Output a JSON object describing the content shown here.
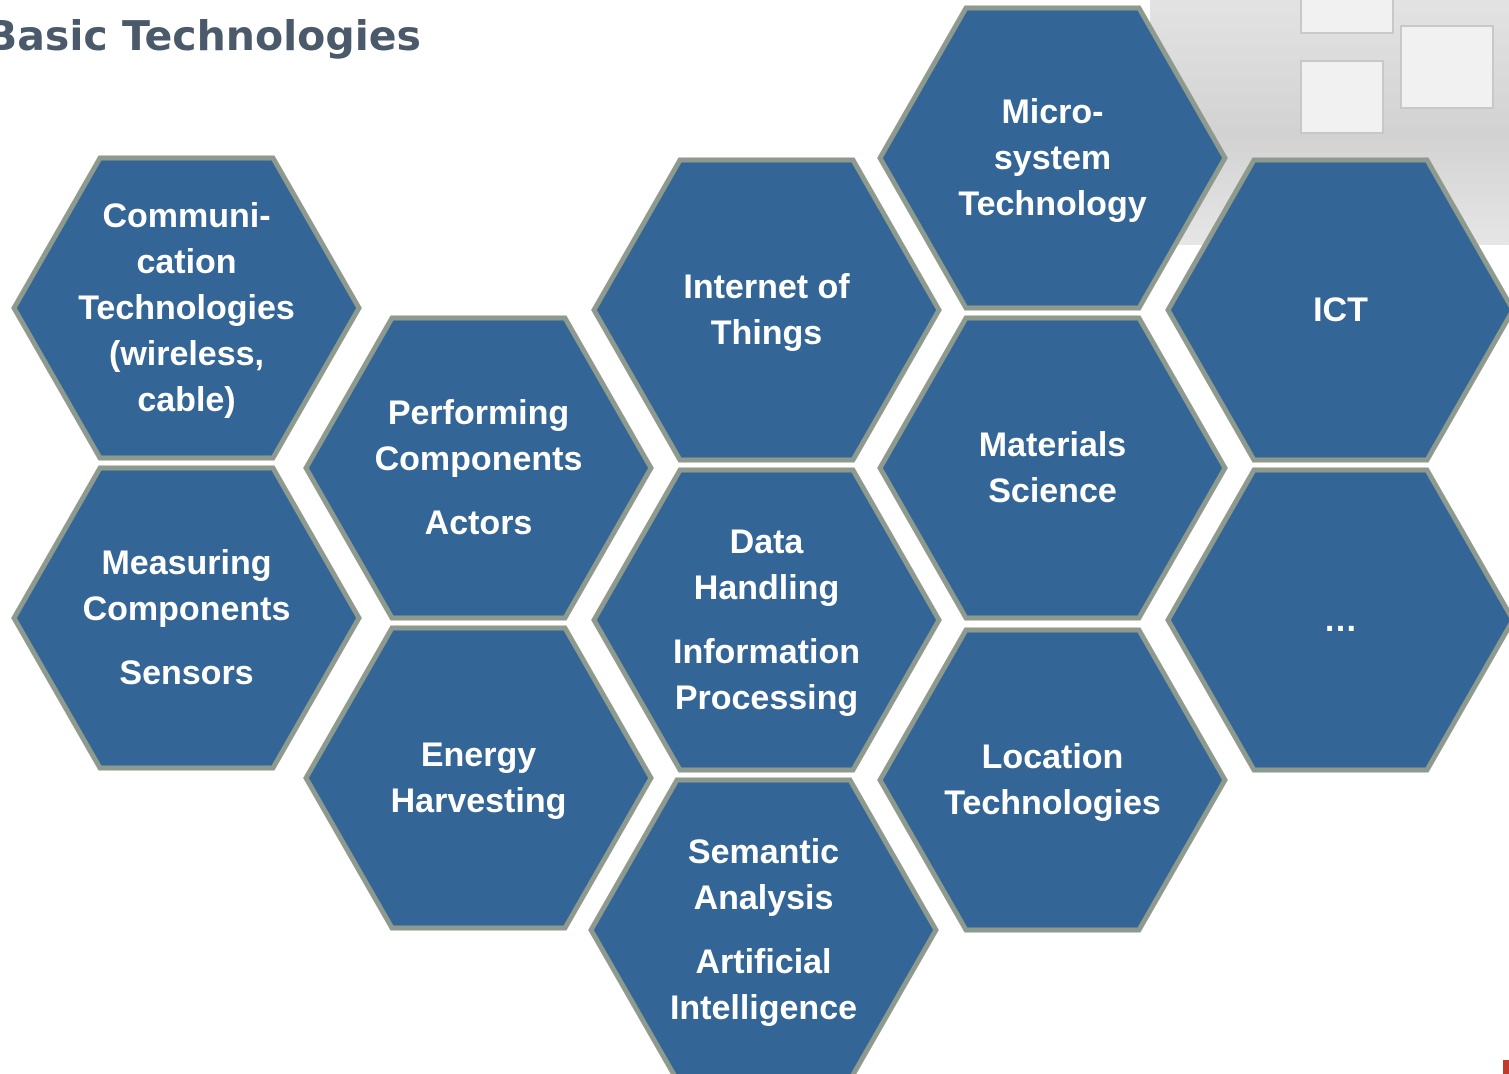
{
  "title": "Basic Technologies",
  "colors": {
    "hex_fill": "#346597",
    "hex_stroke": "#8e9a8d",
    "text": "#ffffff",
    "title": "#4a5a6b"
  },
  "hexagons": [
    {
      "id": "communication",
      "groups": [
        [
          "Communi-",
          "cation",
          "Technologies",
          "(wireless,",
          "cable)"
        ]
      ]
    },
    {
      "id": "measuring",
      "groups": [
        [
          "Measuring",
          "Components"
        ],
        [
          "Sensors"
        ]
      ]
    },
    {
      "id": "performing",
      "groups": [
        [
          "Performing",
          "Components"
        ],
        [
          "Actors"
        ]
      ]
    },
    {
      "id": "energy",
      "groups": [
        [
          "Energy",
          "Harvesting"
        ]
      ]
    },
    {
      "id": "iot",
      "groups": [
        [
          "Internet of",
          "Things"
        ]
      ]
    },
    {
      "id": "data",
      "groups": [
        [
          "Data",
          "Handling"
        ],
        [
          "Information",
          "Processing"
        ]
      ]
    },
    {
      "id": "semantic",
      "groups": [
        [
          "Semantic",
          "Analysis"
        ],
        [
          "Artificial",
          "Intelligence"
        ]
      ]
    },
    {
      "id": "microsystem",
      "groups": [
        [
          "Micro-",
          "system",
          "Technology"
        ]
      ]
    },
    {
      "id": "materials",
      "groups": [
        [
          "Materials",
          "Science"
        ]
      ]
    },
    {
      "id": "location",
      "groups": [
        [
          "Location",
          "Technologies"
        ]
      ]
    },
    {
      "id": "ict",
      "groups": [
        [
          "ICT"
        ]
      ]
    },
    {
      "id": "more",
      "groups": [
        [
          "…"
        ]
      ]
    }
  ]
}
